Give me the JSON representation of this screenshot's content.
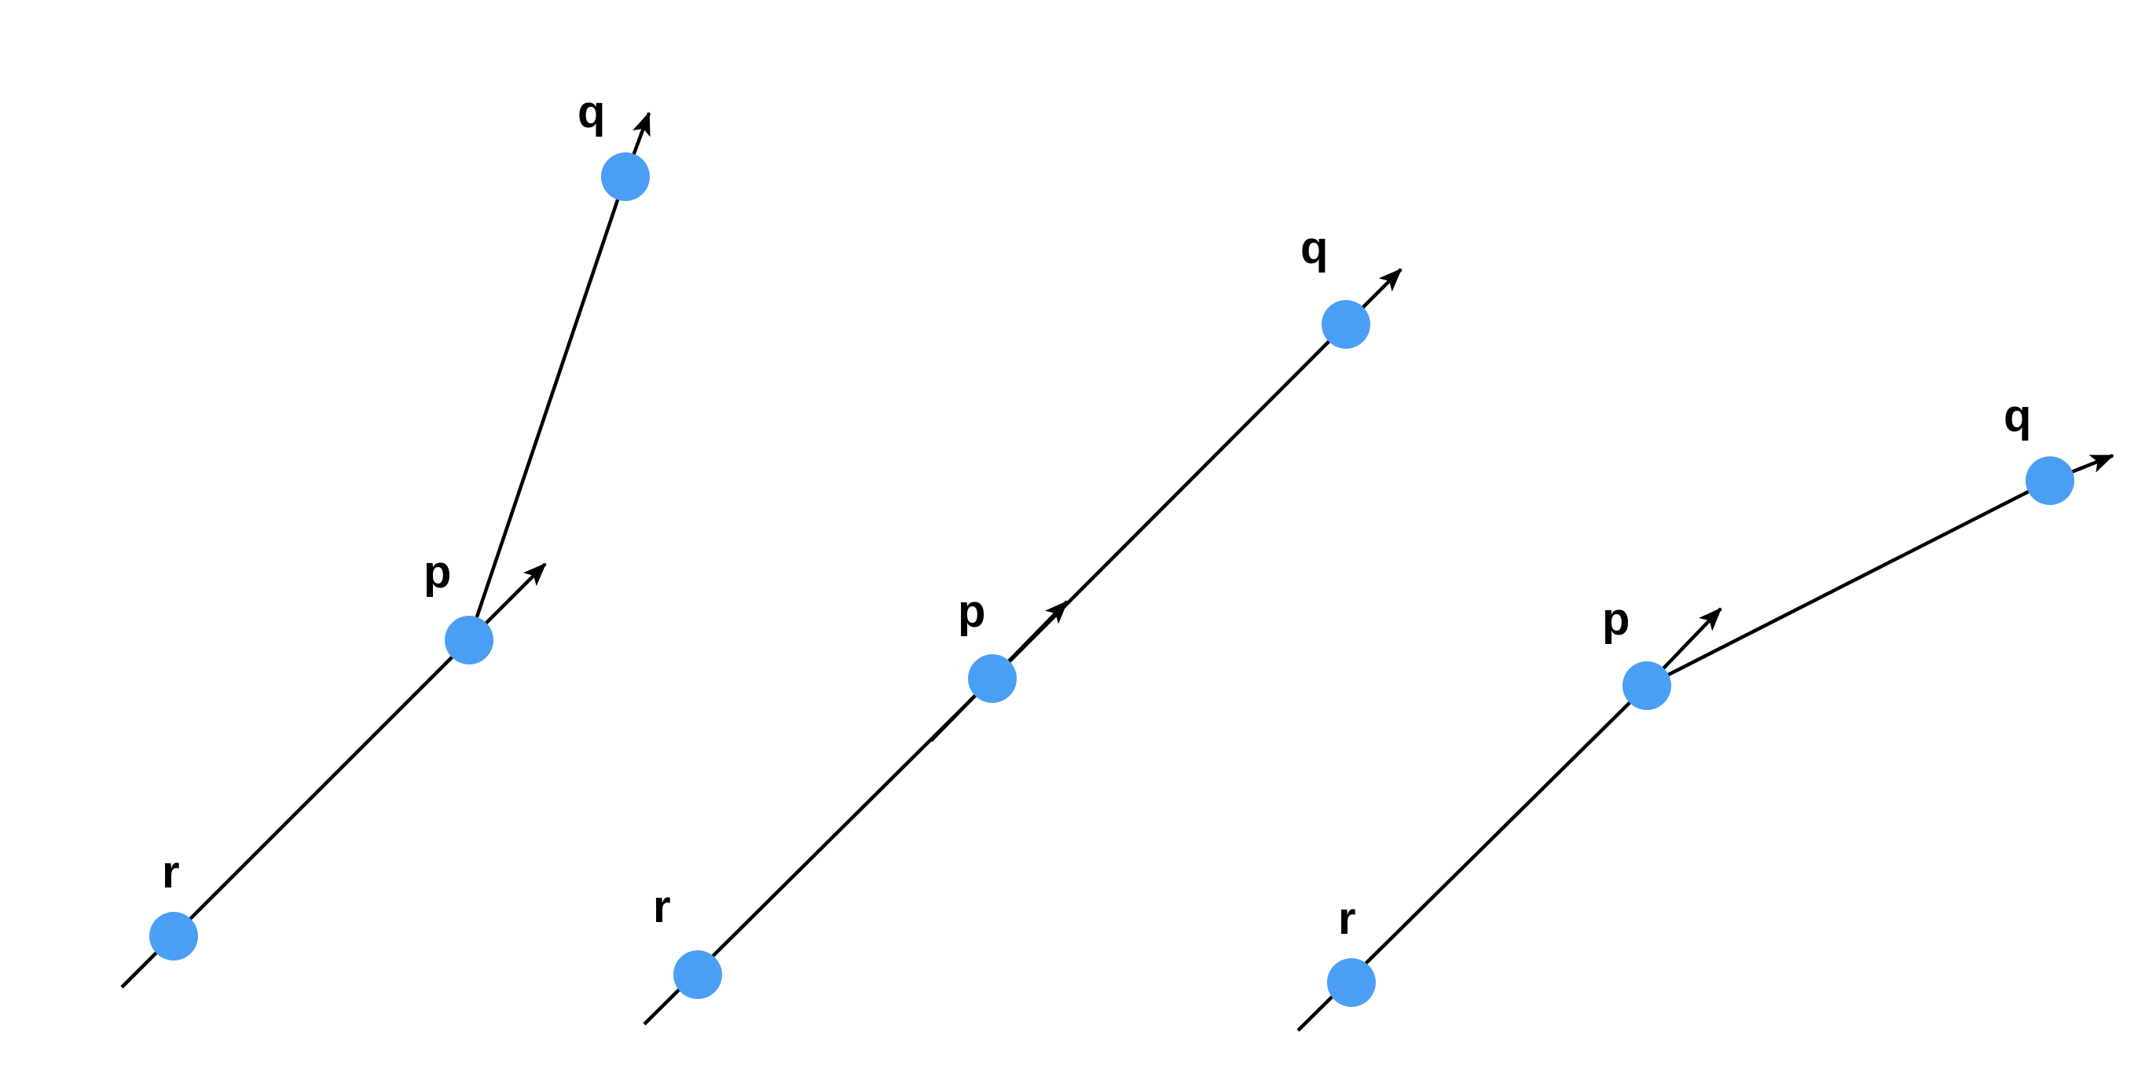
{
  "colors": {
    "background": "#ffffff",
    "line": "#000000",
    "point": "#4a9ff5",
    "label": "#000000"
  },
  "panels": [
    {
      "labels": {
        "q": "q",
        "p": "p",
        "r": "r"
      }
    },
    {
      "labels": {
        "q": "q",
        "p": "p",
        "r": "r"
      }
    },
    {
      "labels": {
        "q": "q",
        "p": "p",
        "r": "r"
      }
    }
  ]
}
